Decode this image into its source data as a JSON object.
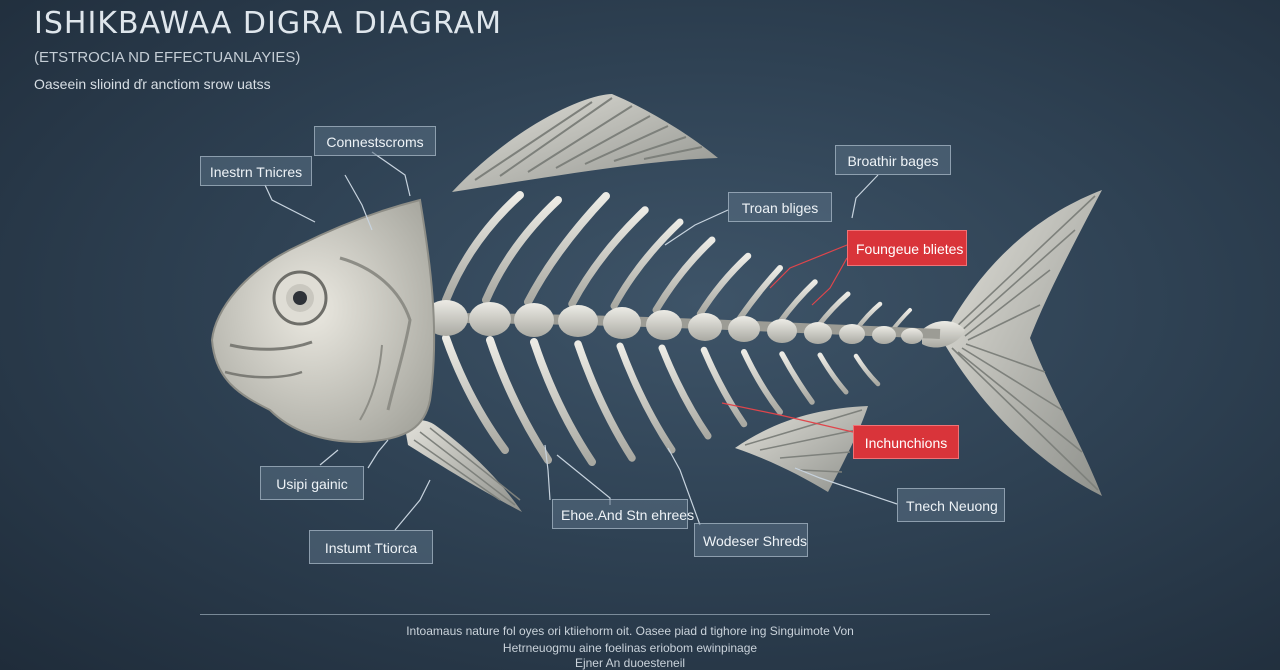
{
  "title": "ISHIKBAWAA DIGRA  DIAGRAM",
  "subtitle": "(ETSTROCIA ND EFFECTUANLAYIES)",
  "tagline": "Oaseein slioind ďr anctiom srow uatss",
  "labels": {
    "connestscroms": "Connestscroms",
    "instrn_tnicres": "Inestrn Tnicres",
    "broathir_bages": "Broathir bages",
    "troan_bliges": "Troan bliges",
    "foungeue_blietes": "Foungeue blietes",
    "inchunchions": "Inchunchions",
    "usipi_gainic": "Usipi gainic",
    "enoeand_stn": "Ehoe.And Stn ehrees",
    "instumt_tirorca": "Instumt Ttiorca",
    "wodeser_shreds": "Wodeser Shreds",
    "trench_neuong": "Tnech Neuong"
  },
  "footer": {
    "line1": "Intoamaus nature fol oyes ori ktiiehorm oit. Oasee piad d tighore ing Singuimote Von",
    "line2": "Hetrneuogmu aine foelinas eriobom ewinpinage",
    "line3": "Ejner An duoesteneil"
  },
  "colors": {
    "background": "#2f4254",
    "bone": "#d9d7cf",
    "highlight": "#d9343a",
    "label_bg": "#5a7084"
  }
}
